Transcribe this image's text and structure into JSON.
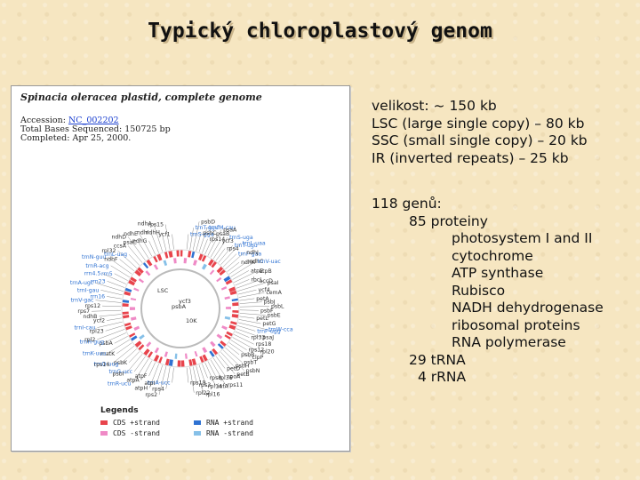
{
  "title": "Typický chloroplastový genom",
  "map": {
    "heading": "Spinacia oleracea plastid, complete genome",
    "meta": {
      "accession_label": "Accession:",
      "accession": "NC_002202",
      "total_bases": "Total Bases Sequenced: 150725 bp",
      "completed": "Completed: Apr 25, 2000."
    },
    "legend_title": "Legends",
    "legend": [
      {
        "label": "CDS +strand",
        "color": "#e8444c"
      },
      {
        "label": "RNA +strand",
        "color": "#2f72d2"
      },
      {
        "label": "CDS -strand",
        "color": "#ef8ac6"
      },
      {
        "label": "RNA -strand",
        "color": "#86c0e8"
      }
    ],
    "inner_labels": [
      "LSC",
      "psbA",
      "10K",
      "ycf3"
    ],
    "gene_labels_left": [
      "trnA-ucc",
      "rps4",
      "rps2",
      "atpI",
      "atpH",
      "atpF",
      "atpA",
      "trnR-ucu",
      "trnG-ucc",
      "psbI",
      "psbK",
      "trnQ-uug",
      "rps16",
      "matK",
      "trnK-uuu",
      "psbA",
      "trnH-gug",
      "rpl2",
      "rpl23",
      "trnI-cau",
      "ycf2",
      "ndhB",
      "rps7",
      "rps12",
      "trnV-gac",
      "rrn16",
      "trnI-gau",
      "trnA-ugc",
      "rrn23",
      "rrn4.5",
      "rrn5",
      "trnR-acg",
      "trnN-guu",
      "ndhF",
      "rpl32",
      "trnL-uag",
      "ccsA",
      "ndhD",
      "psaC",
      "ndhE",
      "ndhG",
      "ndhI",
      "ndhA",
      "ndhH",
      "rps15",
      "ycf1"
    ],
    "gene_labels_right": [
      "trnS-gga",
      "trnT-ggu",
      "psbD",
      "psbC",
      "trnfM-cau",
      "rps14",
      "psaB",
      "psaA",
      "ycf3",
      "trnS-uga",
      "rps4",
      "trnT-ugu",
      "trnL-uaa",
      "trnF-gaa",
      "ndhJ",
      "ndhK",
      "ndhC",
      "trnV-uac",
      "atpE",
      "atpB",
      "rbcL",
      "accD",
      "psaI",
      "ycf4",
      "cemA",
      "petA",
      "psbJ",
      "psbL",
      "psbF",
      "psbE",
      "petL",
      "petG",
      "trnW-cca",
      "trnP-ugg",
      "psaJ",
      "rpl33",
      "rps18",
      "rpl20",
      "rps12",
      "clpP",
      "psbB",
      "psbT",
      "psbN",
      "psbH",
      "petB",
      "petD",
      "rpoA",
      "rps11",
      "rpl36",
      "infA",
      "rps8",
      "rpl14",
      "rpl16",
      "rps3",
      "rpl22",
      "rps19"
    ]
  },
  "info": {
    "size": "velikost: ~ 150 kb",
    "lsc": "LSC (large single copy) – 80 kb",
    "ssc": "SSC (small single copy) – 20 kb",
    "ir": "IR (inverted repeats) – 25 kb",
    "genes": "118 genů:",
    "proteins": "85 proteiny",
    "protein_list": [
      "photosystem I and II",
      "cytochrome",
      "ATP synthase",
      "Rubisco",
      "NADH dehydrogenase",
      "ribosomal proteins",
      "RNA polymerase"
    ],
    "trna": "29 tRNA",
    "rrna": "4 rRNA"
  }
}
